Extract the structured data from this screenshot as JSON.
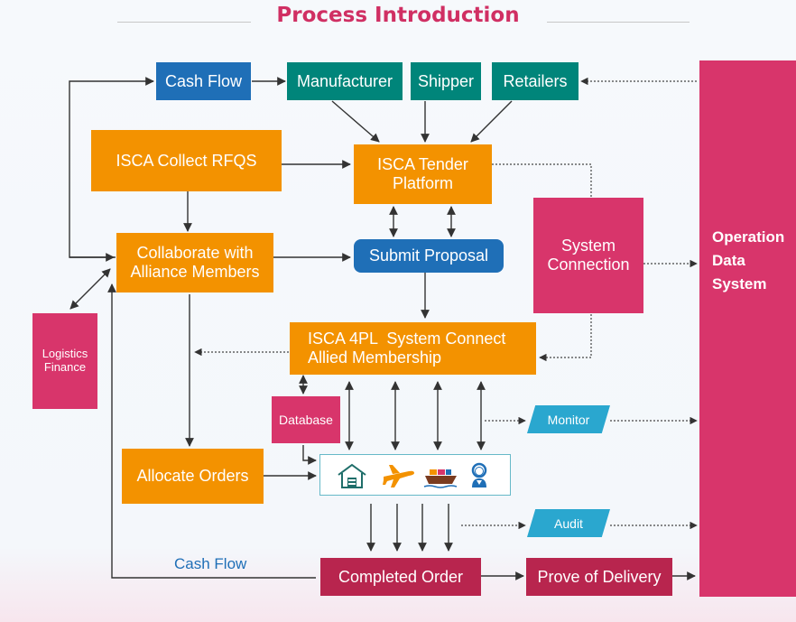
{
  "title": "Process Introduction",
  "nodes": {
    "cash_flow_top": "Cash Flow",
    "manufacturer": "Manufacturer",
    "shipper": "Shipper",
    "retailers": "Retailers",
    "isca_collect": "ISCA Collect RFQS",
    "tender_line1": "ISCA Tender",
    "tender_line2": "Platform",
    "collab_line1": "Collaborate with",
    "collab_line2": "Alliance Members",
    "submit": "Submit Proposal",
    "system_line1": "System",
    "system_line2": "Connection",
    "ods_line1": "Operation",
    "ods_line2": "Data",
    "ods_line3": "System",
    "logistics_line1": "Logistics",
    "logistics_line2": "Finance",
    "connect_line1": "ISCA 4PL  System Connect",
    "connect_line2": "Allied Membership",
    "database": "Database",
    "monitor": "Monitor",
    "allocate": "Allocate Orders",
    "audit": "Audit",
    "cash_flow_bottom": "Cash Flow",
    "completed": "Completed Order",
    "prove": "Prove of Delivery"
  },
  "icons": [
    "warehouse-icon",
    "airplane-icon",
    "cargo-ship-icon",
    "operator-icon"
  ],
  "colors": {
    "title": "#d02f63",
    "orange": "#f39200",
    "teal": "#00857a",
    "blue": "#1f6fb7",
    "pink": "#d8356b",
    "maroon": "#b8254e",
    "cyan": "#2aa7cf"
  }
}
